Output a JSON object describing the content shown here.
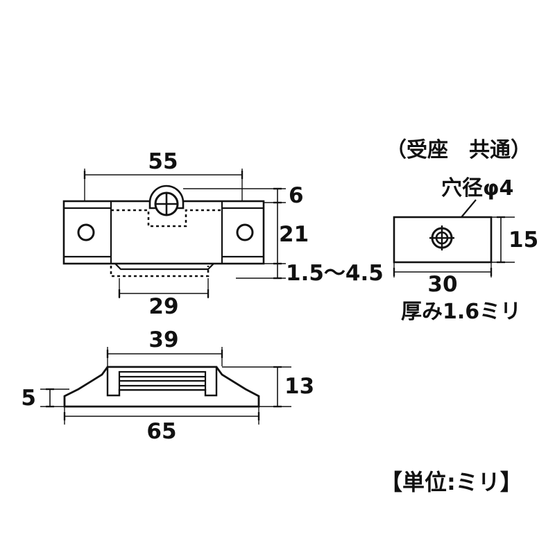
{
  "document": {
    "type": "technical-drawing",
    "title_note": "【単位:ミリ】",
    "background_color": "#ffffff",
    "line_color": "#111111"
  },
  "views": {
    "front_view": {
      "name": "front-view",
      "dimensions": {
        "overall_width": "55",
        "screw_boss_height": "6",
        "body_height": "21",
        "gap_range": "1.5〜4.5",
        "inner_width": "29"
      }
    },
    "side_view": {
      "name": "strike-plate-view",
      "heading": "（受座　共通）",
      "hole_label": "穴径φ4",
      "dimensions": {
        "height": "15",
        "width": "30"
      },
      "thickness_note": "厚み1.6ミリ"
    },
    "section_view": {
      "name": "section-view",
      "dimensions": {
        "top_width": "39",
        "base_width": "65",
        "total_height": "13",
        "base_height": "5"
      }
    }
  },
  "footer": {
    "units_note": "【単位:ミリ】"
  }
}
